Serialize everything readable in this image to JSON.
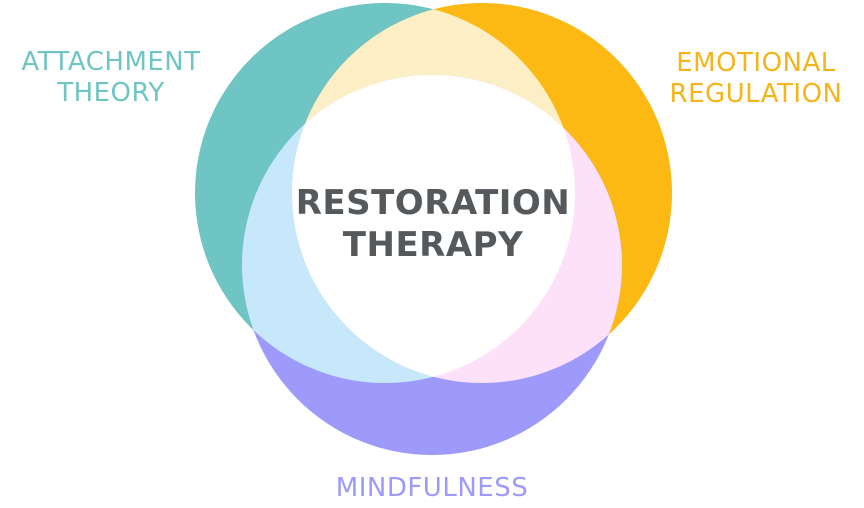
{
  "diagram": {
    "center": {
      "line1": "RESTORATION",
      "line2": "THERAPY",
      "color": "#55595c"
    },
    "circles": [
      {
        "id": "attachment",
        "line1": "ATTACHMENT",
        "line2": "THEORY",
        "color": "#6fc4c4",
        "label_color": "#6fc4c4"
      },
      {
        "id": "emotional",
        "line1": "EMOTIONAL",
        "line2": "REGULATION",
        "color": "#fcb813",
        "label_color": "#f5b419"
      },
      {
        "id": "mindfulness",
        "line1": "MINDFULNESS",
        "line2": "",
        "color": "#9d9afc",
        "label_color": "#9d9afc"
      }
    ],
    "overlaps": {
      "attachment_emotional": "#fcefc6",
      "attachment_mindfulness": "#c7e7fb",
      "emotional_mindfulness": "#fde1f9",
      "all_three": "#ffffff"
    }
  }
}
